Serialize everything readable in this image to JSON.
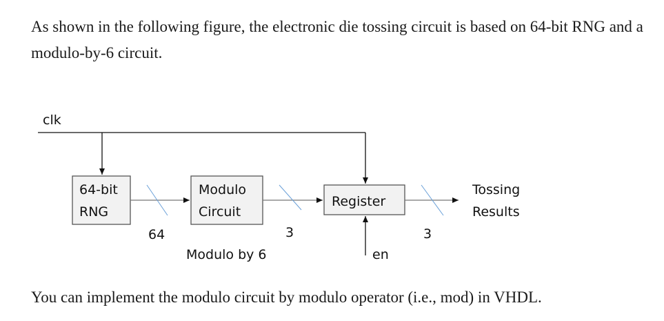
{
  "intro_text": "As shown in the following figure, the electronic die tossing circuit is based on 64-bit RNG and a modulo-by-6 circuit.",
  "footer_text": "You can implement the modulo circuit by modulo operator (i.e., mod) in VHDL.",
  "diagram": {
    "clk_label": "clk",
    "rng_block": {
      "line1": "64-bit",
      "line2": "RNG"
    },
    "modulo_block": {
      "line1": "Modulo",
      "line2": "Circuit"
    },
    "register_block": {
      "label": "Register"
    },
    "bus_width_rng": "64",
    "bus_width_modulo": "3",
    "bus_width_output": "3",
    "modulo_caption": "Modulo by 6",
    "enable_label": "en",
    "output_label": {
      "line1": "Tossing",
      "line2": "Results"
    },
    "colors": {
      "block_fill": "#f2f2f2",
      "line": "#5a5a5a",
      "text": "#111111"
    }
  }
}
